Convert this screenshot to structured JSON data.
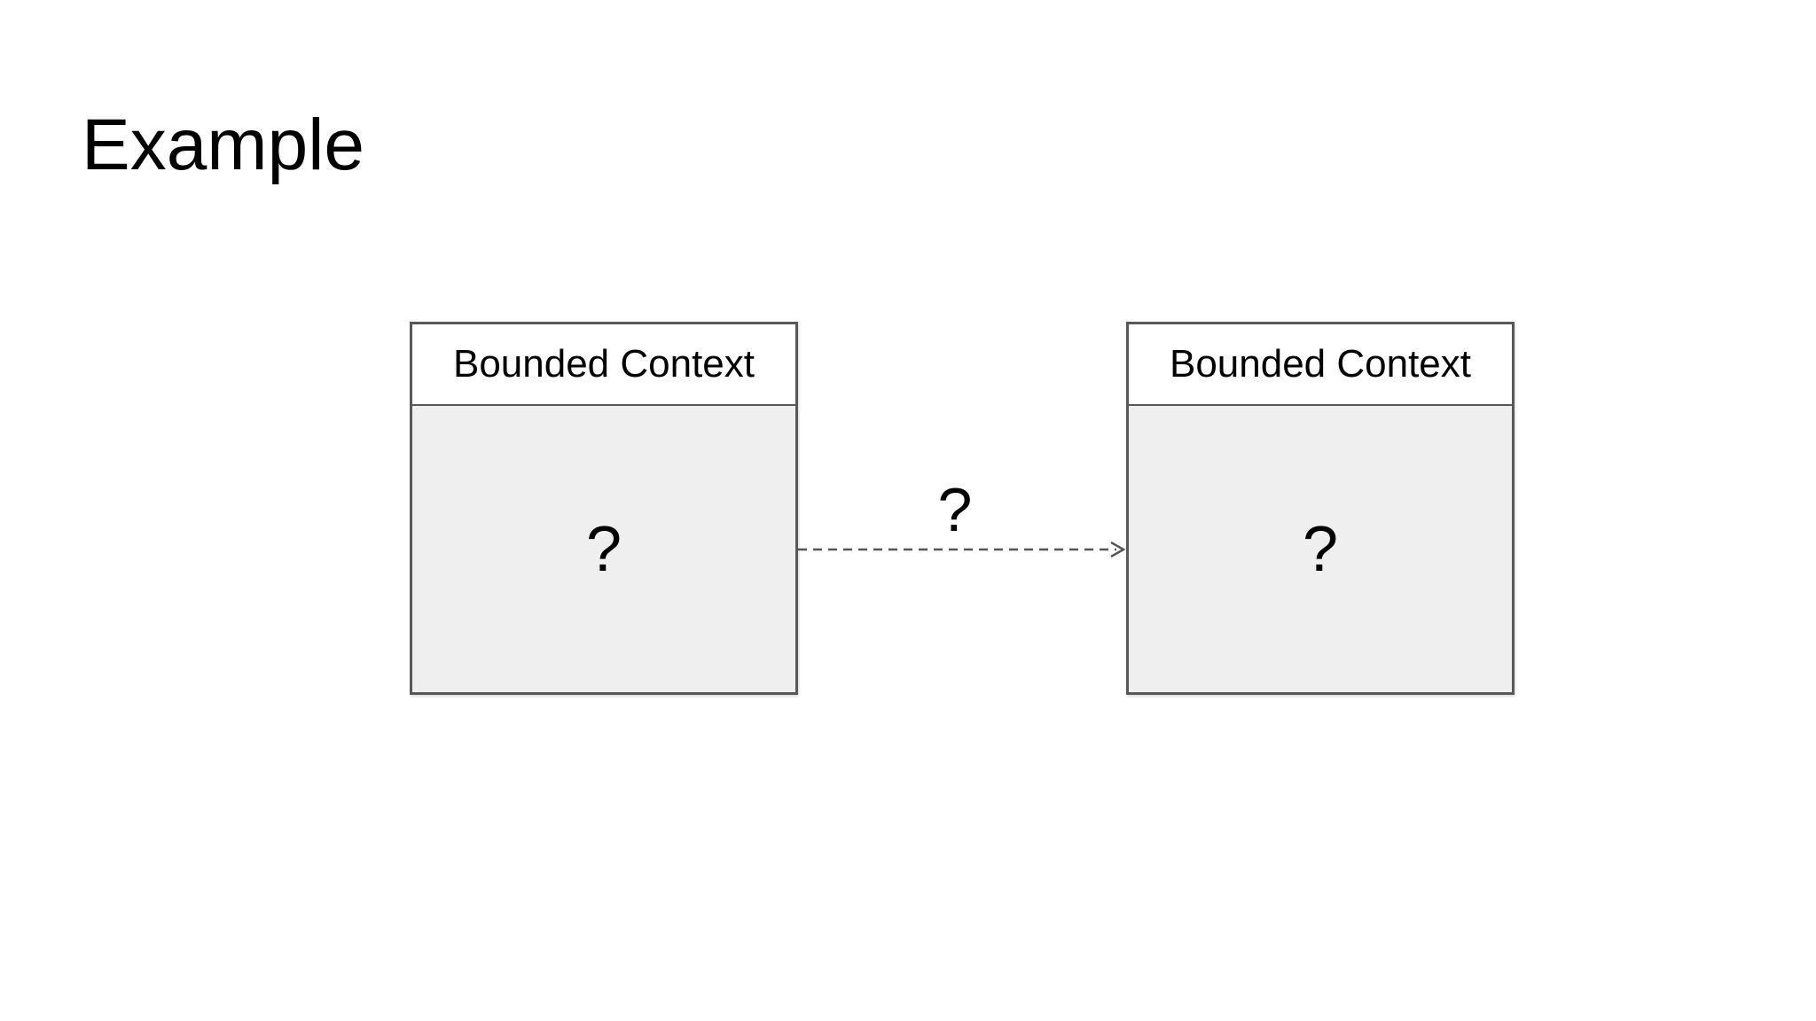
{
  "slide": {
    "title": "Example"
  },
  "boxes": [
    {
      "header": "Bounded Context",
      "placeholder": "?"
    },
    {
      "header": "Bounded Context",
      "placeholder": "?"
    }
  ],
  "connector": {
    "label": "?",
    "style": "dashed",
    "direction": "left-to-right",
    "color": "#555555"
  },
  "colors": {
    "slide_background": "#ffffff",
    "box_border": "#58585b",
    "box_header_bg": "#ffffff",
    "box_body_bg": "#efefef",
    "text": "#000000"
  }
}
